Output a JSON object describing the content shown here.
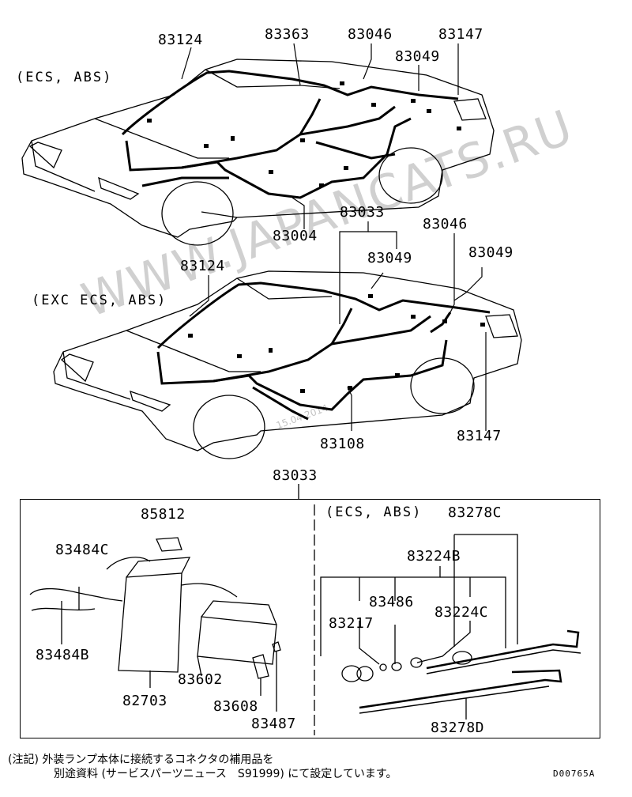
{
  "sections": {
    "top_variant": "(ECS, ABS)",
    "mid_variant": "(EXC ECS, ABS)",
    "box_variant": "(ECS, ABS)"
  },
  "parts": {
    "p83124_top": "83124",
    "p83363": "83363",
    "p83046_top": "83046",
    "p83147_top": "83147",
    "p83049_top": "83049",
    "p83004": "83004",
    "p83033_mid": "83033",
    "p83046_mid": "83046",
    "p83124_mid": "83124",
    "p83049_mid_a": "83049",
    "p83049_mid_b": "83049",
    "p83108": "83108",
    "p83147_mid": "83147",
    "p83033_box": "83033",
    "p85812": "85812",
    "p83484C": "83484C",
    "p83484B": "83484B",
    "p82703": "82703",
    "p83602": "83602",
    "p83608": "83608",
    "p83487": "83487",
    "p83278C": "83278C",
    "p83224B": "83224B",
    "p83486": "83486",
    "p83217": "83217",
    "p83224C": "83224C",
    "p83278D": "83278D"
  },
  "footnote": {
    "line1": "(注記) 外装ランプ本体に接続するコネクタの補用品を",
    "line2": "別途資料 (サービスパーツニュース　S91999) にて設定しています。"
  },
  "diagram_code": "D00765A",
  "watermark": {
    "text": "WWW.JAPANCATS.RU",
    "date": "15.04.2014"
  }
}
